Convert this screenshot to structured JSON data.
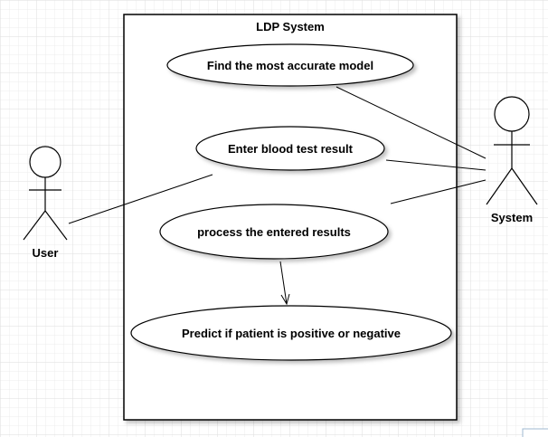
{
  "diagram": {
    "system_title": "LDP System",
    "use_cases": [
      {
        "label": "Find the most accurate model"
      },
      {
        "label": "Enter blood test result"
      },
      {
        "label": "process the entered results"
      },
      {
        "label": "Predict if patient is positive or negative"
      }
    ],
    "actors": [
      {
        "label": "User"
      },
      {
        "label": "System"
      }
    ]
  }
}
